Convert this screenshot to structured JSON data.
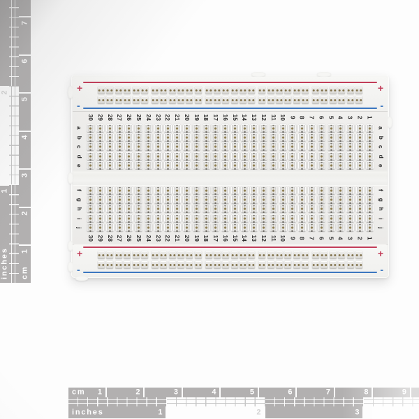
{
  "colors": {
    "ruler_gray": "#b2b0b0",
    "rail_red": "#c23c58",
    "rail_blue": "#3b76c0",
    "label_ink": "#2e2e2e"
  },
  "breadboard": {
    "plus_label": "+",
    "minus_label": "-",
    "column_numbers": [
      "30",
      "29",
      "28",
      "27",
      "26",
      "25",
      "24",
      "23",
      "22",
      "21",
      "20",
      "19",
      "18",
      "17",
      "16",
      "15",
      "14",
      "13",
      "12",
      "11",
      "10",
      "9",
      "8",
      "7",
      "6",
      "5",
      "4",
      "3",
      "2",
      "1"
    ],
    "row_letters_top": [
      "a",
      "b",
      "c",
      "d",
      "e"
    ],
    "row_letters_bottom": [
      "f",
      "g",
      "h",
      "i",
      "j"
    ],
    "grid": {
      "columns": 30,
      "rows_per_half": 5,
      "rail_groups": 5,
      "rail_clips_per_group": 6,
      "rail_rows": 2
    }
  },
  "rulers": {
    "horizontal": {
      "cm_label": "cm",
      "inches_label": "inches",
      "cm_numbers": [
        "1",
        "2",
        "3",
        "4",
        "5",
        "6",
        "7",
        "8",
        "9"
      ],
      "inch_numbers": [
        "1",
        "2",
        "3"
      ]
    },
    "vertical": {
      "cm_label": "cm",
      "inches_label": "inches",
      "cm_numbers": [
        "1",
        "2",
        "3",
        "4",
        "5",
        "6",
        "7"
      ],
      "inch_numbers": [
        "1",
        "2"
      ]
    }
  }
}
